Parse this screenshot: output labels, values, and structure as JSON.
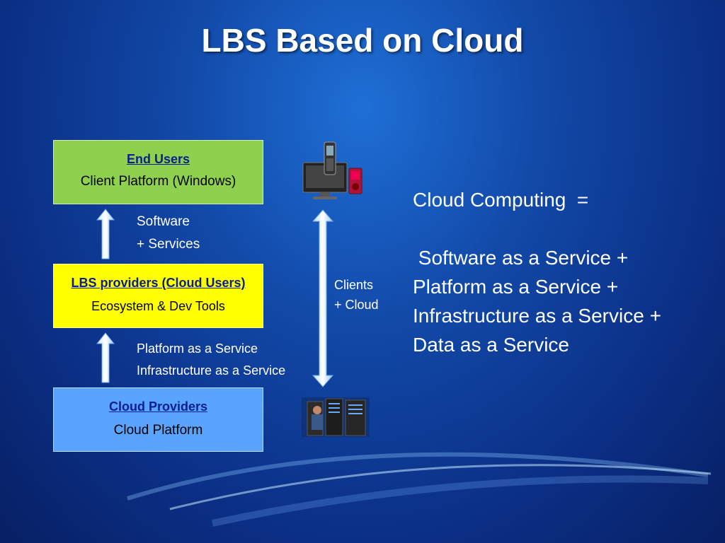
{
  "title": "LBS Based on Cloud",
  "boxes": {
    "end_users": {
      "heading": "End Users",
      "sub": "Client Platform (Windows)",
      "color": "#8fd14f"
    },
    "lbs": {
      "heading": "LBS providers (Cloud Users)",
      "sub": "Ecosystem & Dev Tools",
      "color": "#ffff00"
    },
    "cloud": {
      "heading": "Cloud Providers",
      "sub": "Cloud Platform",
      "color": "#5aa4ff"
    }
  },
  "labels": {
    "software_services": [
      "Software",
      "+ Services"
    ],
    "paas_iaas": [
      "Platform as a Service",
      "Infrastructure as a Service"
    ],
    "clients_cloud": [
      "Clients",
      "+ Cloud"
    ]
  },
  "icons": {
    "devices": "devices-icon",
    "datacenter": "datacenter-icon"
  },
  "right_text": {
    "line1": "Cloud Computing  =",
    "line2": " Software as a Service +",
    "line3": "Platform as a Service +",
    "line4": "Infrastructure as a Service +",
    "line5": "Data as a Service"
  }
}
